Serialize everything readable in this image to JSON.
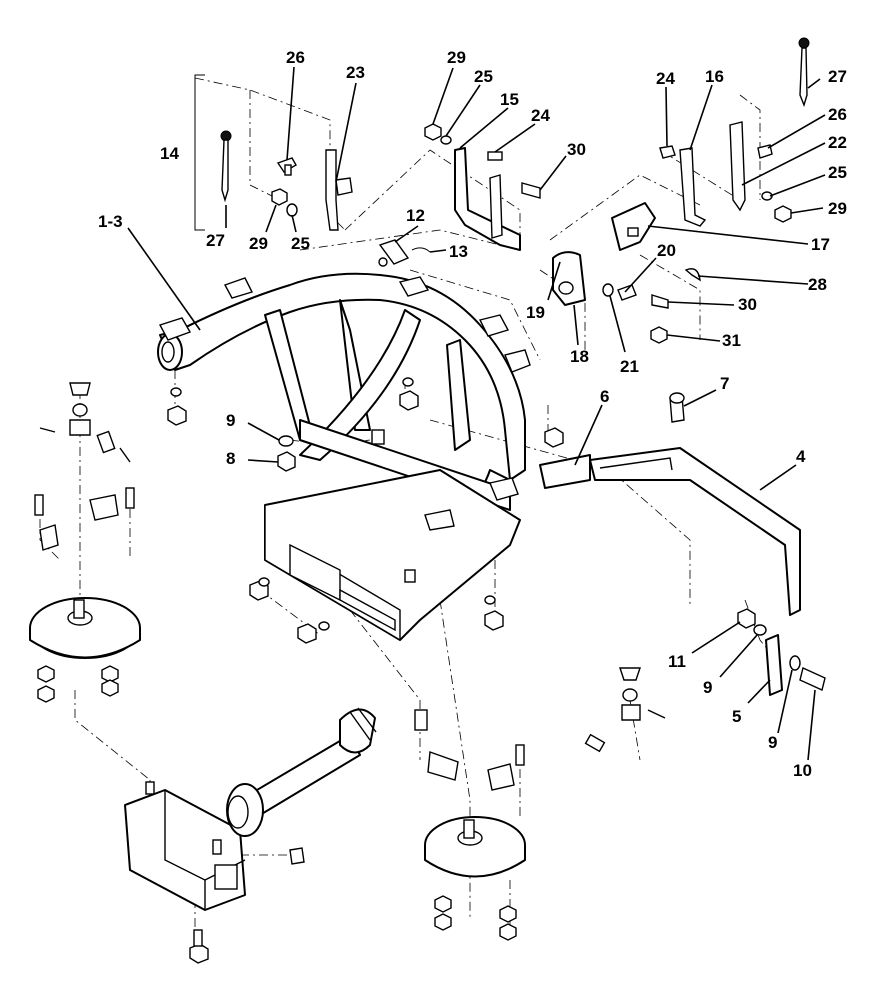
{
  "callouts": {
    "c1_3": "1-3",
    "c4": "4",
    "c5": "5",
    "c6": "6",
    "c7": "7",
    "c8": "8",
    "c9a": "9",
    "c9b": "9",
    "c9c": "9",
    "c10": "10",
    "c11": "11",
    "c12": "12",
    "c13": "13",
    "c14": "14",
    "c15": "15",
    "c16": "16",
    "c17": "17",
    "c18": "18",
    "c19": "19",
    "c20": "20",
    "c21": "21",
    "c22": "22",
    "c23": "23",
    "c24a": "24",
    "c24b": "24",
    "c25a": "25",
    "c25b": "25",
    "c25c": "25",
    "c26a": "26",
    "c26b": "26",
    "c27a": "27",
    "c27b": "27",
    "c28": "28",
    "c29a": "29",
    "c29b": "29",
    "c29c": "29",
    "c30a": "30",
    "c30b": "30",
    "c31": "31"
  }
}
